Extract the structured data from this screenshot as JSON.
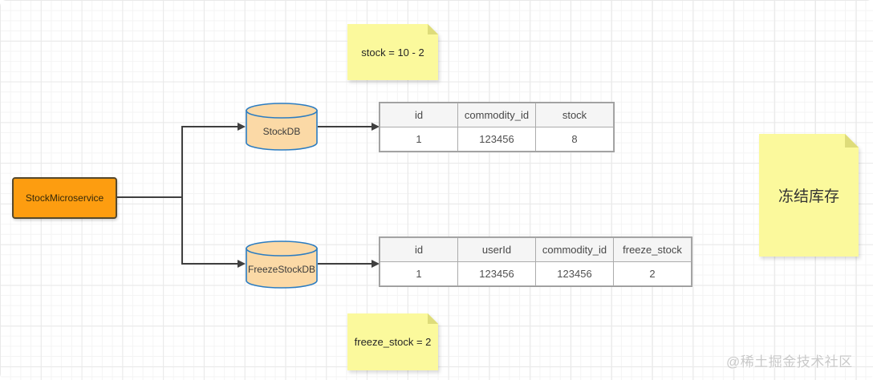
{
  "service": {
    "label": "StockMicroservice"
  },
  "databases": {
    "stock_db": {
      "label": "StockDB"
    },
    "freeze_db": {
      "label": "FreezeStockDB"
    }
  },
  "stock_table": {
    "headers": [
      "id",
      "commodity_id",
      "stock"
    ],
    "rows": [
      [
        "1",
        "123456",
        "8"
      ]
    ]
  },
  "freeze_table": {
    "headers": [
      "id",
      "userId",
      "commodity_id",
      "freeze_stock"
    ],
    "rows": [
      [
        "1",
        "123456",
        "123456",
        "2"
      ]
    ]
  },
  "notes": {
    "stock_formula": {
      "text": "stock = 10 - 2"
    },
    "freeze_formula": {
      "text": "freeze_stock = 2"
    },
    "freeze_title": {
      "text": "冻结库存"
    }
  },
  "watermark": "@稀土掘金技术社区",
  "colors": {
    "service_fill": "#fd9d10",
    "service_border": "#55482c",
    "db_fill": "#fbd9a6",
    "db_border": "#2b7cc1",
    "note_fill": "#fbf99c",
    "note_fold": "#dedc7a",
    "table_header_bg": "#f5f5f5",
    "table_border": "#ababab",
    "connector": "#3f3f3f"
  }
}
